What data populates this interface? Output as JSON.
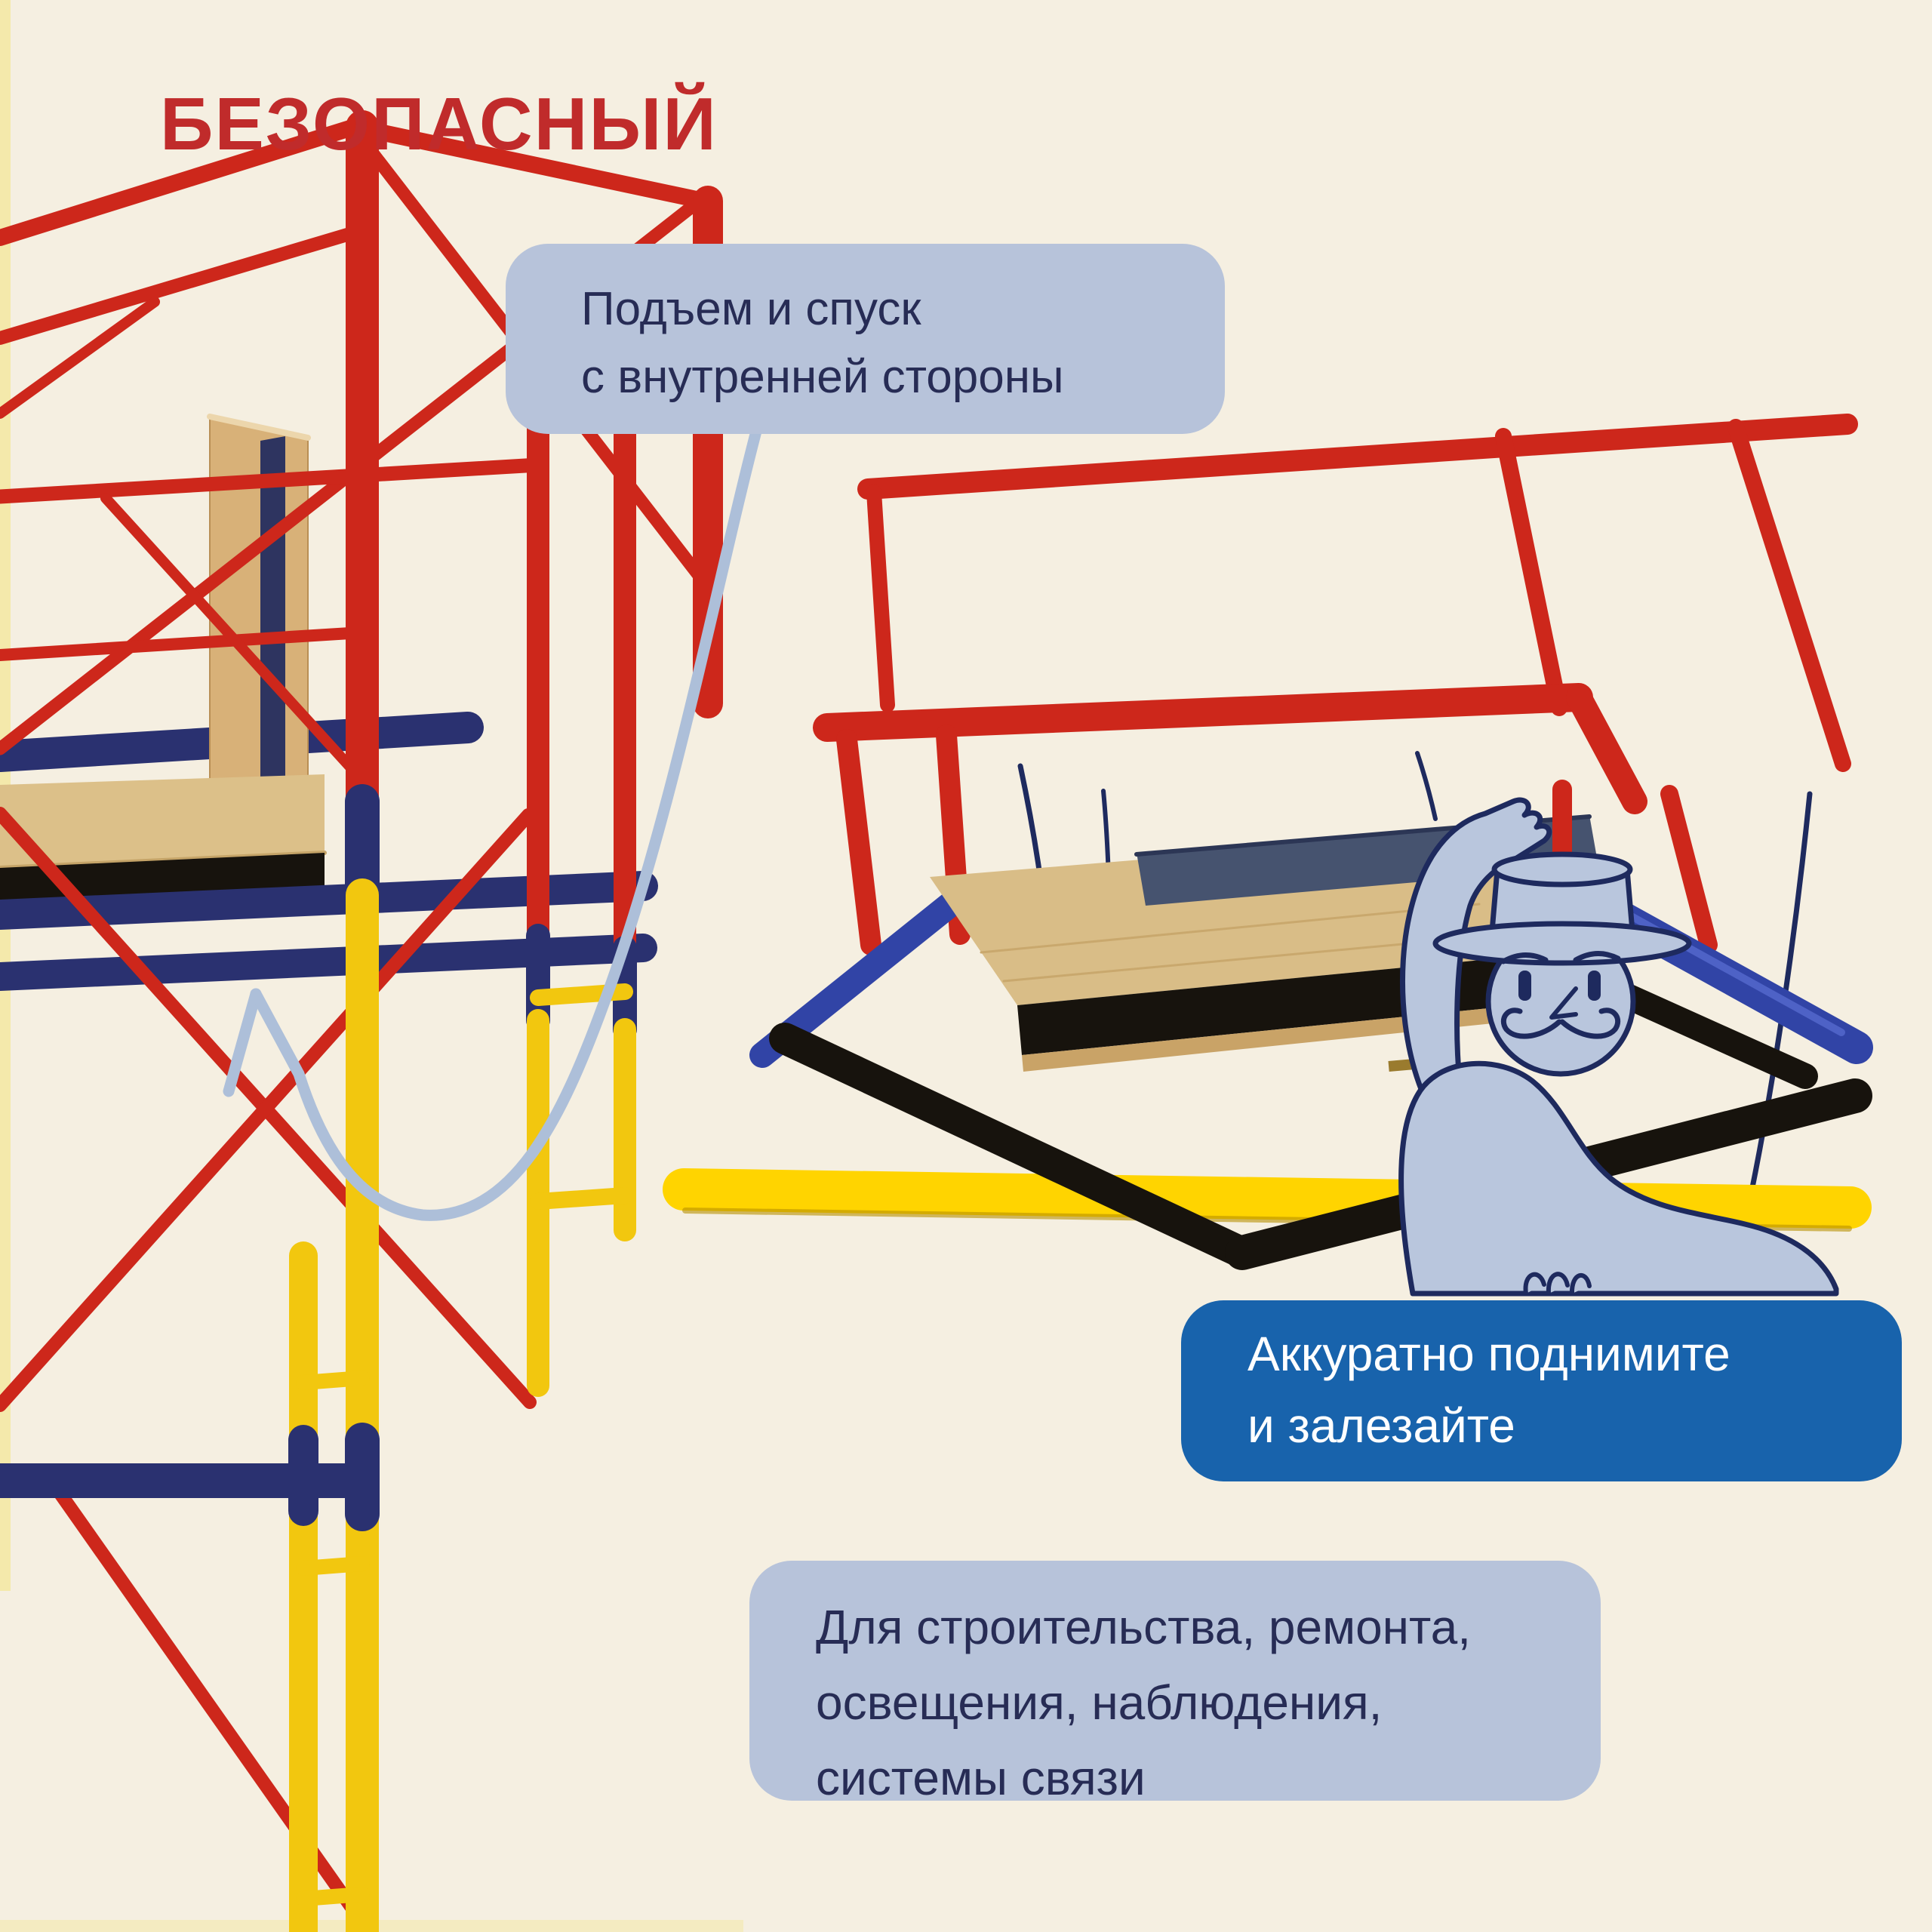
{
  "title": {
    "text": "БЕЗОПАСНЫЙ",
    "color": "#c02b2b"
  },
  "background": {
    "color": "#f5efe1",
    "edge_stripe_color": "#f3e8a8"
  },
  "callout_lift": {
    "line1": "Подъем и спуск",
    "line2": "с внутренней стороны",
    "bg": "#b7c3da",
    "text_color": "#272c55"
  },
  "callout_climb": {
    "line1": "Аккуратно поднимите",
    "line2": "и залезайте",
    "bg": "#1863ac",
    "text_color": "#ffffff"
  },
  "callout_usage": {
    "line1": "Для строительства, ремонта,",
    "line2": "освещения, наблюдения,",
    "line3": "системы связи",
    "bg": "#b7c3da",
    "text_color": "#272c55"
  },
  "scaffold_colors": {
    "red": "#cd271b",
    "navy_metal": "#2a3170",
    "yellow": "#f2c70f",
    "bright_yellow": "#ffd400",
    "wood": "#d9bd87",
    "frame_black": "#17130d",
    "blue_rail": "#3144a6"
  },
  "arrow": {
    "color": "#adbfd9"
  },
  "mascot": {
    "body_color": "#b9c6dd",
    "outline_color": "#1e2a5e",
    "accessories": [
      "top-hat",
      "mustache"
    ]
  }
}
